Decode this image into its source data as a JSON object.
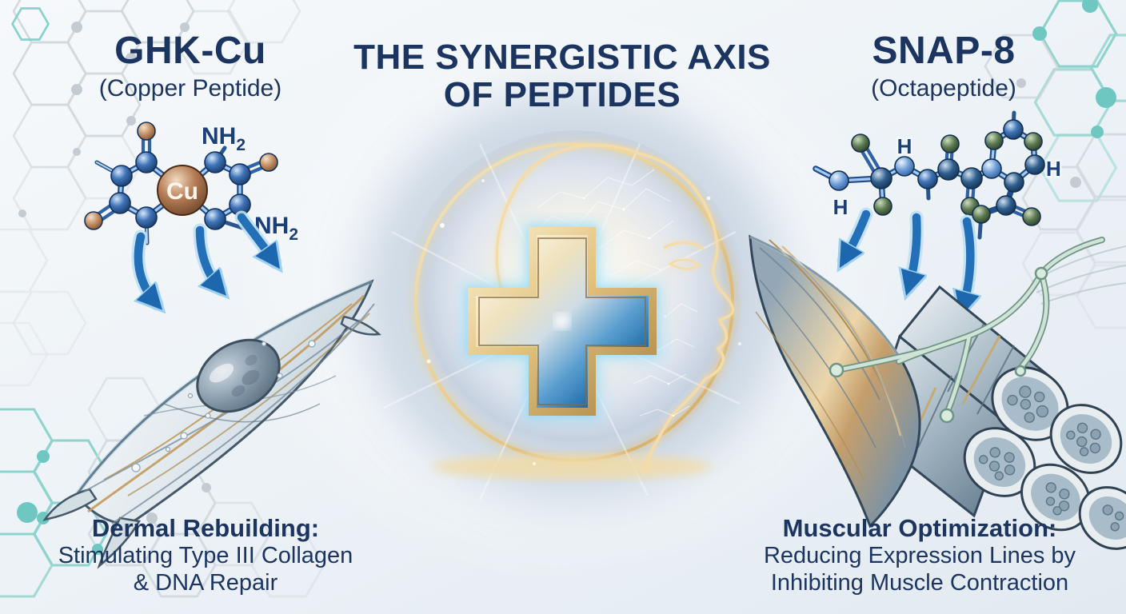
{
  "title": {
    "line1": "THE SYNERGISTIC AXIS",
    "line2": "OF PEPTIDES"
  },
  "left_peptide": {
    "name": "GHK-Cu",
    "subtitle": "(Copper Peptide)",
    "molecule": {
      "cu_label": "Cu",
      "amine_top": {
        "base": "NH",
        "sub": "2"
      },
      "amine_right": {
        "base": "NH",
        "sub": "2"
      }
    },
    "caption": {
      "heading": "Dermal Rebuilding:",
      "line2": "Stimulating Type III Collagen",
      "line3": "& DNA Repair"
    }
  },
  "right_peptide": {
    "name": "SNAP-8",
    "subtitle": "(Octapeptide)",
    "molecule": {
      "h_labels": [
        "H",
        "H",
        "H"
      ]
    },
    "caption": {
      "heading": "Muscular Optimization:",
      "line2": "Reducing Expression Lines by",
      "line3": "Inhibiting Muscle Contraction"
    }
  },
  "colors": {
    "navy_text": "#1b3560",
    "arrow_blue": "#2470b8",
    "copper": "#a06a45",
    "molecule_blue": "#3f74b8",
    "molecule_green": "#5d7a52",
    "gold_accent": "#d9b36a",
    "glow_cyan": "#7fd4f6",
    "hex_teal": "#7ccdc9",
    "hex_gray": "#c8d1d8"
  }
}
